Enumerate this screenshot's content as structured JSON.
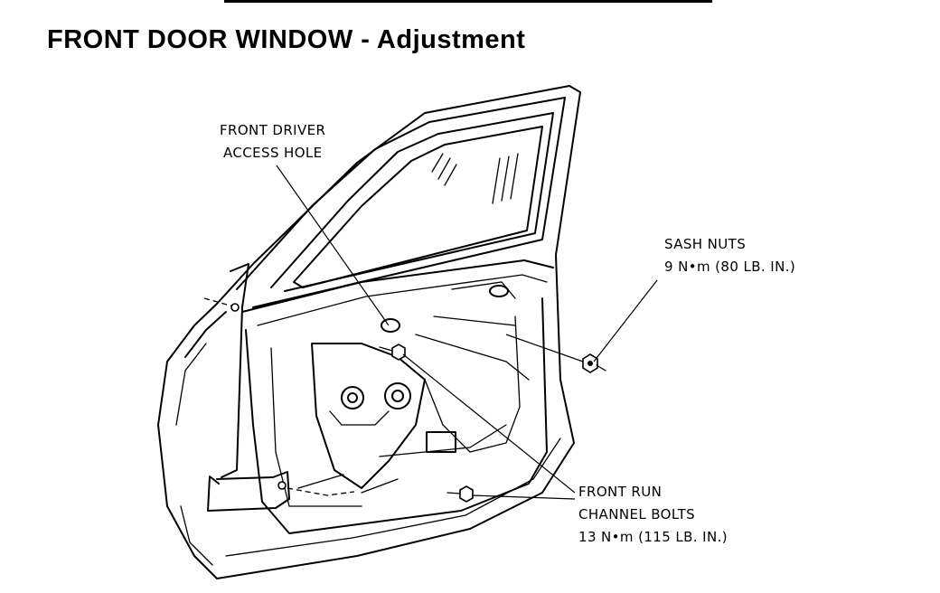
{
  "header": {
    "title": "FRONT DOOR WINDOW - Adjustment"
  },
  "callouts": {
    "access_hole": {
      "line1": "FRONT DRIVER",
      "line2": "ACCESS HOLE"
    },
    "sash_nuts": {
      "line1": "SASH NUTS",
      "line2": "9 N•m (80 LB. IN.)"
    },
    "run_channel_bolts": {
      "line1": "FRONT RUN",
      "line2": "CHANNEL BOLTS",
      "line3": "13 N•m (115 LB. IN.)"
    }
  }
}
